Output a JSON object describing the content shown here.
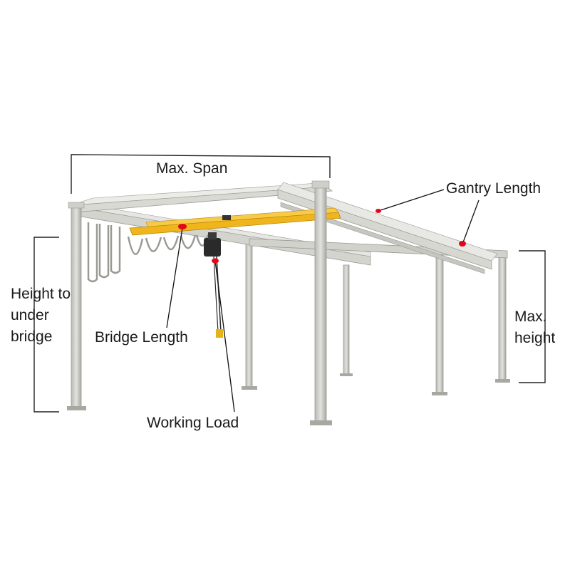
{
  "labels": {
    "max_span": "Max. Span",
    "gantry_length": "Gantry Length",
    "bridge_length": "Bridge Length",
    "working_load": "Working Load",
    "height_under_bridge": "Height to under bridge",
    "max_height": "Max. height"
  },
  "colors": {
    "frame": "#c9c9c4",
    "frame_dark": "#8f8f8a",
    "bridge": "#f1b51c",
    "marker": "#e3061b",
    "hoist": "#2a2a2a",
    "dimension": "#222222"
  }
}
